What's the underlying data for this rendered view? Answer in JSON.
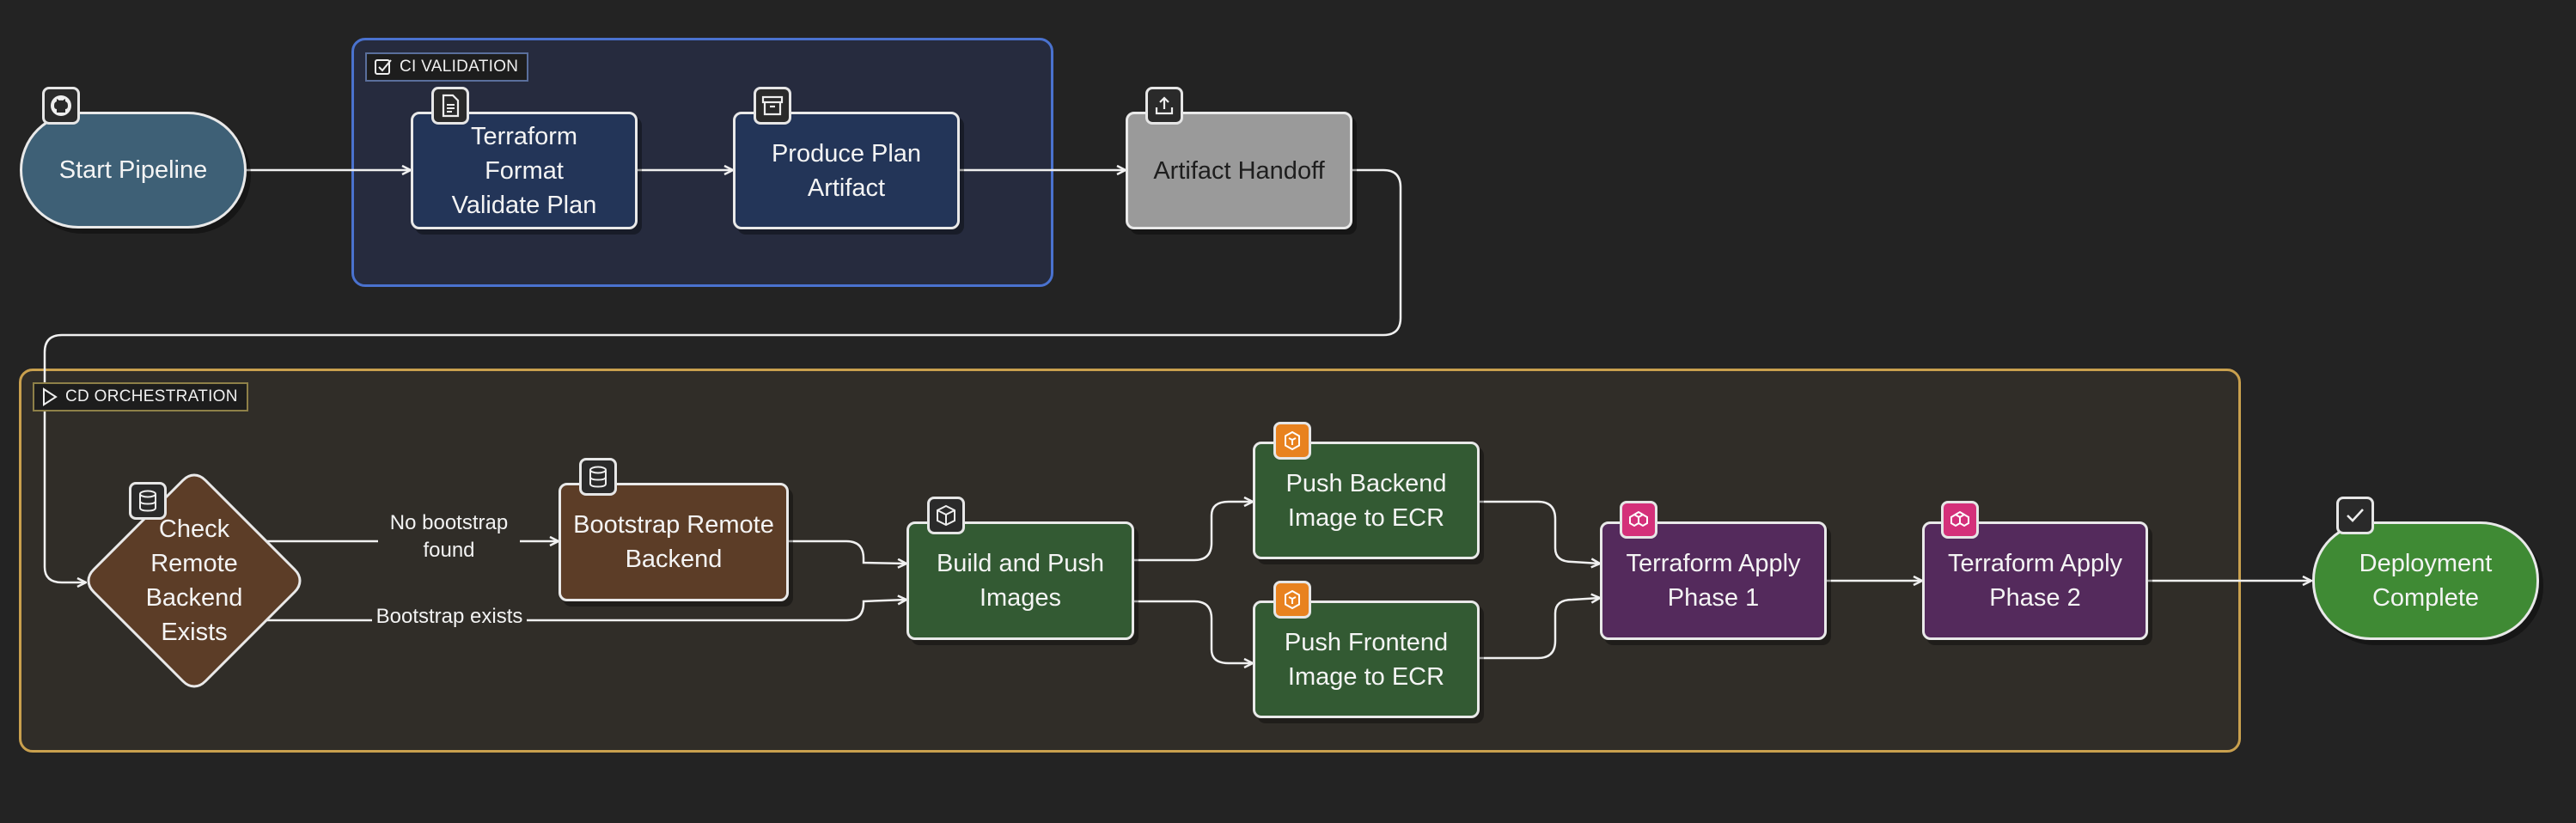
{
  "groups": {
    "ci": {
      "label": "CI VALIDATION"
    },
    "cd": {
      "label": "CD ORCHESTRATION"
    }
  },
  "nodes": {
    "start": {
      "label": "Start Pipeline",
      "fill": "#3e6076"
    },
    "terraform_fvp": {
      "label": "Terraform Format Validate Plan",
      "fill": "#233558"
    },
    "produce_plan": {
      "label": "Produce Plan Artifact",
      "fill": "#233558"
    },
    "handoff": {
      "label": "Artifact Handoff",
      "fill": "#9a9a9a"
    },
    "check_backend": {
      "label": "Check Remote Backend Exists",
      "fill": "#5c3d27"
    },
    "bootstrap": {
      "label": "Bootstrap Remote Backend",
      "fill": "#5c3d27"
    },
    "build_push": {
      "label": "Build and Push Images",
      "fill": "#335a33"
    },
    "push_backend": {
      "label": "Push Backend Image to ECR",
      "fill": "#335a33"
    },
    "push_frontend": {
      "label": "Push Frontend Image to ECR",
      "fill": "#335a33"
    },
    "apply1": {
      "label": "Terraform Apply Phase 1",
      "fill": "#542a5c"
    },
    "apply2": {
      "label": "Terraform Apply Phase 2",
      "fill": "#542a5c"
    },
    "complete": {
      "label": "Deployment Complete",
      "fill": "#3f8a34"
    }
  },
  "edges": {
    "no_bootstrap": "No bootstrap found",
    "bootstrap_exists": "Bootstrap exists"
  },
  "icons": {
    "start": "github-icon",
    "terraform_fvp": "document-icon",
    "produce_plan": "archive-icon",
    "handoff": "upload-icon",
    "check_backend": "database-icon",
    "bootstrap": "database-icon",
    "build_push": "package-icon",
    "push_backend": "aws-ecr-icon",
    "push_frontend": "aws-ecr-icon",
    "apply1": "aws-cloudformation-icon",
    "apply2": "aws-cloudformation-icon",
    "complete": "check-icon"
  },
  "colors": {
    "edge": "#f0f0f0",
    "ci_border": "#4a72cf",
    "cd_border": "#c9a04e"
  }
}
